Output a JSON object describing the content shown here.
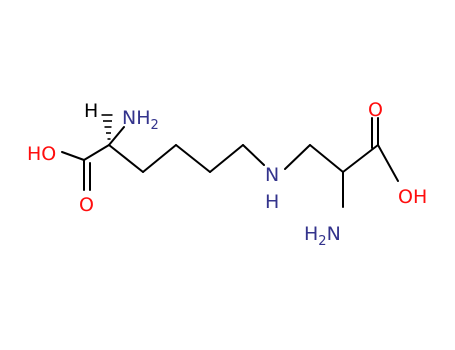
{
  "colors": {
    "bond": "#000000",
    "nitrogen": "#33338c",
    "oxygen": "#ff0d0d",
    "hydrogen": "#000000"
  },
  "atoms": {
    "stereo_h": "H",
    "alpha_amine": {
      "text": "NH",
      "sub": "2"
    },
    "left_hydroxyl": "HO",
    "left_carbonyl_o": "O",
    "bridge_nh": {
      "text": "N",
      "h": "H"
    },
    "right_carbonyl_o": "O",
    "right_hydroxyl": "OH",
    "beta_amine": {
      "text": "H",
      "sub": "2",
      "n": "N"
    }
  }
}
